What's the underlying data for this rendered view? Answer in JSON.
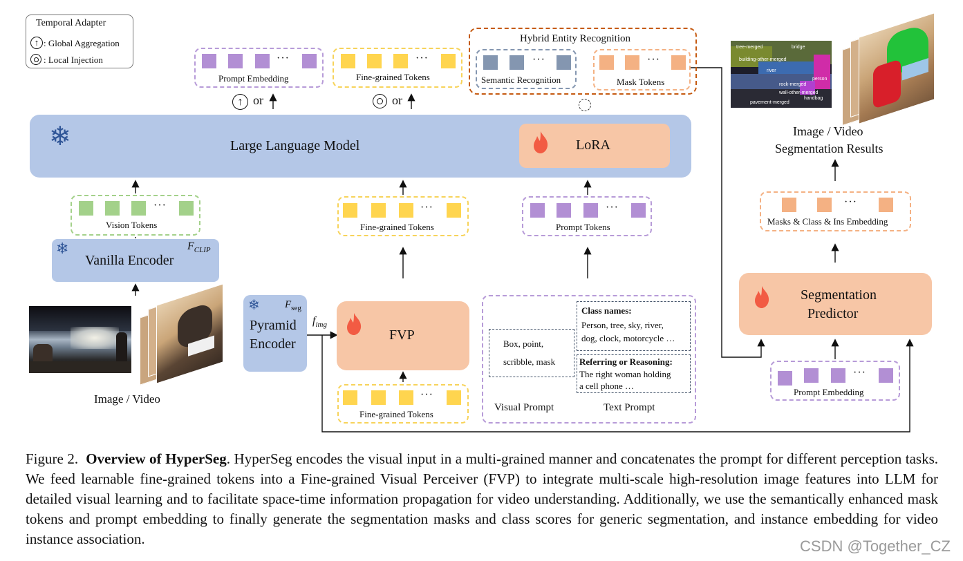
{
  "colors": {
    "llm_blue": "#b4c7e7",
    "orange_fill": "#f7c6a6",
    "purple_token": "#b28fd4",
    "yellow_token": "#ffd54f",
    "green_token": "#a3d18a",
    "gray_token": "#8496b0",
    "orange_token": "#f4b183",
    "flame": "#f25b43",
    "snowflake": "#2f5597"
  },
  "legend": {
    "title": "Temporal Adapter",
    "global": ": Global Aggregation",
    "local": ": Local Injection"
  },
  "top": {
    "prompt_embedding": "Prompt Embedding",
    "fine_grained": "Fine-grained Tokens",
    "hybrid_title": "Hybrid Entity Recognition",
    "semantic": "Semantic Recognition",
    "mask_tokens": "Mask Tokens",
    "or": "or",
    "dots": "···"
  },
  "llm": {
    "title": "Large Language Model",
    "lora": "LoRA"
  },
  "left": {
    "vision_tokens": "Vision Tokens",
    "vanilla_encoder": "Vanilla Encoder",
    "f_clip": "F",
    "f_clip_sub": "CLIP",
    "image_video": "Image / Video",
    "pyramid": "Pyramid",
    "encoder": "Encoder",
    "f_seg": "F",
    "f_seg_sub": "seg",
    "f_img": "f",
    "f_img_sub": "img"
  },
  "middle": {
    "fine_grained_upper": "Fine-grained Tokens",
    "fvp": "FVP",
    "fine_grained_lower": "Fine-grained Tokens"
  },
  "prompt": {
    "prompt_tokens": "Prompt Tokens",
    "visual_line1": "Box, point,",
    "visual_line2": "scribble, mask",
    "class_title": "Class names:",
    "class_line1": "Person, tree, sky, river,",
    "class_line2": "dog, clock, motorcycle …",
    "ref_title": "Referring or Reasoning:",
    "ref_line1": "The right woman holding",
    "ref_line2": "a cell phone …",
    "visual_prompt": "Visual Prompt",
    "text_prompt": "Text Prompt"
  },
  "right": {
    "results_line1": "Image / Video",
    "results_line2": "Segmentation Results",
    "masks_embedding": "Masks & Class & Ins Embedding",
    "seg_line1": "Segmentation",
    "seg_line2": "Predictor",
    "prompt_embedding": "Prompt Embedding",
    "seg_labels": [
      "tree-merged",
      "bridge",
      "building-other-merged",
      "river",
      "person",
      "wall-other-merged",
      "rock-merged",
      "handbag",
      "pavement-merged"
    ]
  },
  "caption": {
    "fig": "Figure 2.",
    "bold": "Overview of HyperSeg",
    "text": ". HyperSeg encodes the visual input in a multi-grained manner and concatenates the prompt for different perception tasks. We feed learnable fine-grained tokens into a Fine-grained Visual Perceiver (FVP) to integrate multi-scale high-resolution image features into LLM for detailed visual learning and to facilitate space-time information propagation for video understanding. Additionally, we use the semantically enhanced mask tokens and prompt embedding to finally generate the segmentation masks and class scores for generic segmentation, and instance embedding for video instance association."
  },
  "watermark": "CSDN @Together_CZ"
}
